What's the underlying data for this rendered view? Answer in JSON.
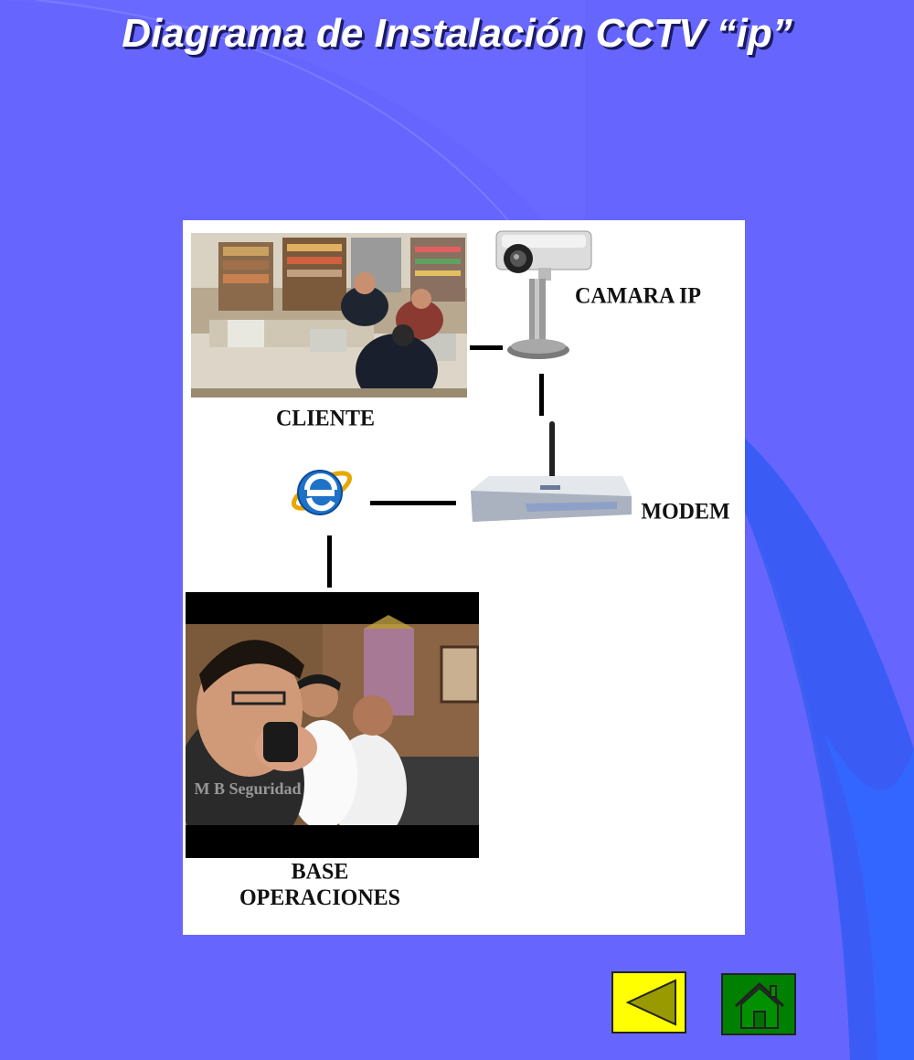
{
  "slide": {
    "title": "Diagrama de Instalación CCTV “ip”"
  },
  "diagram": {
    "nodes": {
      "cliente": "CLIENTE",
      "camara": "CAMARA IP",
      "modem": "MODEM",
      "base_line1": "BASE",
      "base_line2": "OPERACIONES"
    },
    "watermark": "M B Seguridad"
  },
  "navigation": {
    "back_icon": "triangle-left-icon",
    "home_icon": "house-icon",
    "back_color": "#ffff00",
    "home_color": "#008000"
  }
}
